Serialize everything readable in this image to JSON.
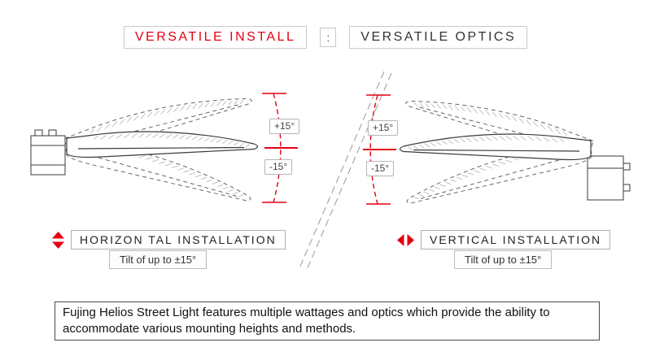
{
  "header": {
    "install_label": "VERSATILE INSTALL",
    "separator": ":",
    "optics_label": "VERSATILE OPTICS"
  },
  "horizontal_section": {
    "angle_up_label": "+15°",
    "angle_down_label": "-15°",
    "caption": "HORIZON TAL INSTALLATION",
    "tilt_note": "Tilt of up to ±15°",
    "icon": "up-down-arrows-icon"
  },
  "vertical_section": {
    "angle_up_label": "+15°",
    "angle_down_label": "-15°",
    "caption": "VERTICAL INSTALLATION",
    "tilt_note": "Tilt of up to ±15°",
    "icon": "left-right-arrows-icon"
  },
  "footer": {
    "line1": "Fujing Helios Street Light features multiple wattages and optics which provide the ability to",
    "line2": "accommodate various mounting heights and methods."
  },
  "colors": {
    "accent_red": "#e60012",
    "line_dark": "#3a3a3a",
    "dashed_gray": "#666666",
    "border_light": "#c9c9c9"
  }
}
